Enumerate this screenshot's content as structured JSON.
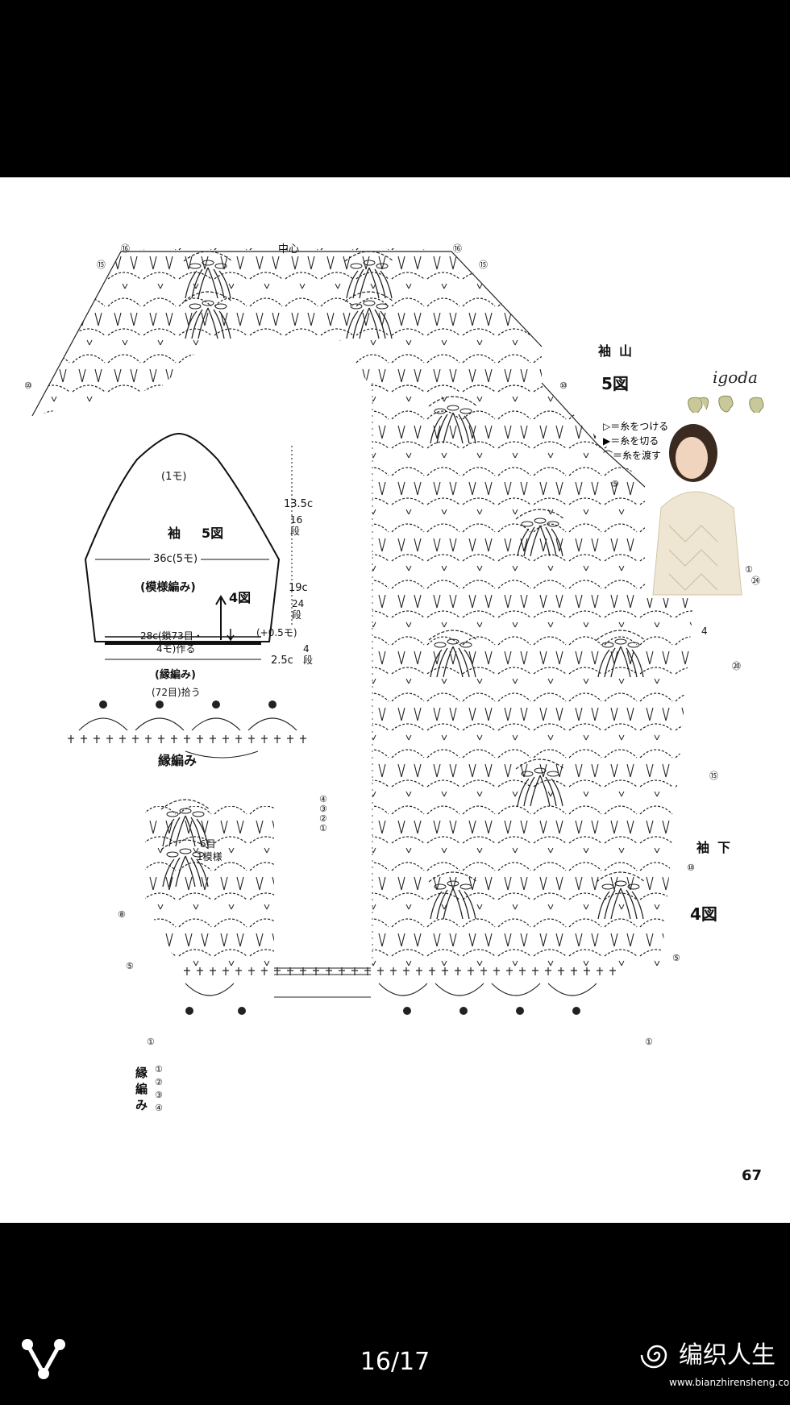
{
  "viewer": {
    "page_counter": "16/17"
  },
  "watermark": {
    "title": "编织人生",
    "url": "www.bianzhirensheng.com"
  },
  "page": {
    "brand": "igoda",
    "page_number": "67",
    "sleeve_cap_label": "袖山",
    "fig5_label": "5図",
    "sleeve_under_label": "袖下",
    "fig4_label": "4図",
    "center_label": "中心",
    "legend": [
      {
        "symbol": "▷＝",
        "text": "糸をつける"
      },
      {
        "symbol": "▶＝",
        "text": "糸を切る"
      },
      {
        "symbol": "⌒＝",
        "text": "糸を渡す"
      }
    ]
  },
  "schematic": {
    "top_label": "(1モ)",
    "sleeve_label": "袖",
    "fig5": "5図",
    "width_label": "36c(5モ)",
    "pattern_label": "(模様編み)",
    "fig4": "4図",
    "cast_on_line1": "28c(鎖73目・",
    "cast_on_line2": "4モ)作る",
    "increase_label": "(+0.5モ)",
    "border_label": "(縁編み)",
    "pickup_label": "(72目)拾う",
    "dim_cap": "13.5c",
    "dim_cap_rows": "16段",
    "dim_body": "19c",
    "dim_body_rows": "24段",
    "dim_border": "2.5c",
    "dim_border_rows": "4段"
  },
  "edging": {
    "title": "縁編み",
    "repeat_count": "6目",
    "repeat_label": "1模様",
    "rows": [
      "④",
      "③",
      "②",
      "①"
    ]
  },
  "row_markers": {
    "cap": [
      "⑯",
      "⑮",
      "⑩",
      "⑩",
      "⑮",
      "⑯"
    ],
    "body": [
      "⑤",
      "①",
      "㉔",
      "⑳",
      "⑮",
      "⑩",
      "⑤",
      "①"
    ],
    "left": [
      "⑧",
      "⑤",
      "①"
    ],
    "border_rows": [
      "①",
      "②",
      "③",
      "④"
    ],
    "border_label_chars": [
      "縁",
      "編",
      "み"
    ],
    "side_count": "4"
  }
}
